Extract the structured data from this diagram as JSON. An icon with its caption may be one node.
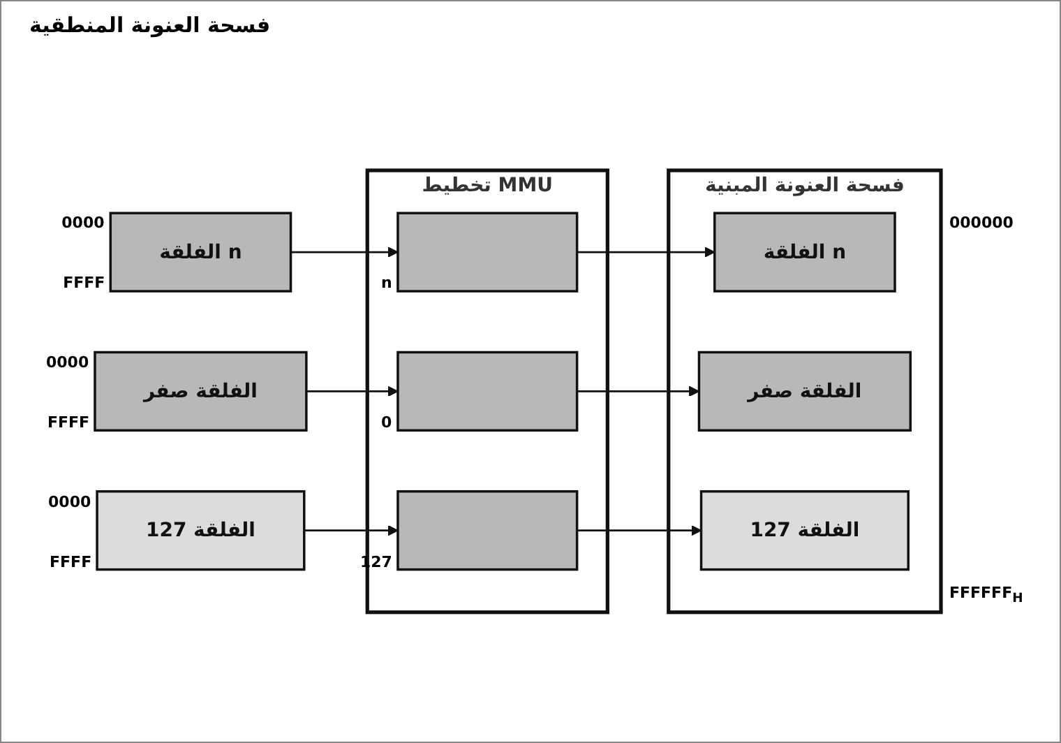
{
  "diagram": {
    "nodes": [
      {
        "text": [
          "الفلقة صفر"
        ],
        "beside": [
          "0000",
          "FFFF"
        ]
      },
      {
        "text": [
          "الفلقة n"
        ],
        "beside": [
          "0000",
          "FFFF"
        ]
      },
      {
        "text": [
          "الفلقة 127"
        ],
        "beside": [
          "0000",
          "FFFF"
        ]
      },
      {
        "text": [
          "تخطيط MMU"
        ]
      },
      {
        "text": [],
        "shape": "bar",
        "in": 3,
        "beside": [
          "0"
        ]
      },
      {
        "text": [],
        "shape": "bar",
        "in": 3,
        "beside": [
          "n"
        ]
      },
      {
        "text": [],
        "shape": "bar",
        "in": 3,
        "beside": [
          "127"
        ]
      },
      {
        "text": [
          "فسحة العنونة المبنية"
        ],
        "beside": [
          "000000",
          "FFFFFF$_{H}$"
        ]
      },
      {
        "text": [
          "الفلقة n"
        ],
        "in": 7
      },
      {
        "text": [
          "الفلقة صفر"
        ],
        "in": 7
      },
      {
        "text": [
          "الفلقة 127"
        ],
        "in": 7
      }
    ],
    "edges": [
      {
        "from": 0,
        "to": 4,
        "arrow": "to"
      },
      {
        "from": 1,
        "to": 5,
        "arrow": "to"
      },
      {
        "from": 2,
        "to": 6,
        "arrow": "to"
      },
      {
        "from": 4,
        "to": 9,
        "arrow": "to"
      },
      {
        "from": 5,
        "to": 8,
        "arrow": "to"
      },
      {
        "from": 6,
        "to": 10,
        "arrow": "to"
      }
    ],
    "labels": [
      "فسحة العنونة المنطقية"
    ]
  }
}
